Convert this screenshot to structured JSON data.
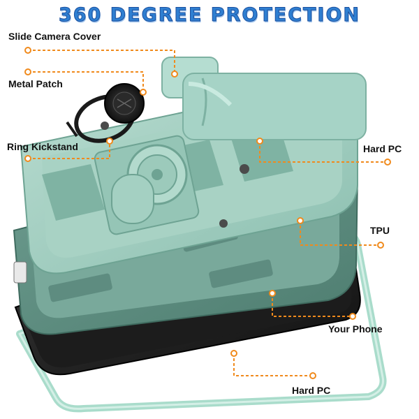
{
  "title": "360 DEGREE PROTECTION",
  "accent_color": "#f08a1c",
  "callouts": {
    "slide_camera_cover": "Slide Camera Cover",
    "metal_patch": "Metal Patch",
    "ring_kickstand": "Ring Kickstand",
    "hard_pc_top": "Hard PC",
    "tpu": "TPU",
    "your_phone": "Your Phone",
    "hard_pc_bottom": "Hard PC"
  }
}
